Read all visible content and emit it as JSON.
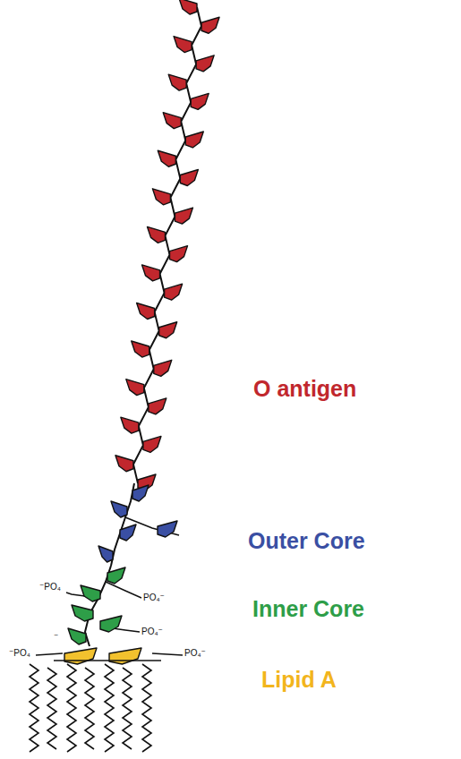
{
  "diagram": {
    "labels": [
      "O antigen",
      "Outer Core",
      "Inner Core",
      "Lipid A",
      "⁻PO₄",
      "PO₄⁻",
      "PO₄⁻",
      "⁻",
      "⁻PO₄",
      "PO₄⁻"
    ]
  }
}
